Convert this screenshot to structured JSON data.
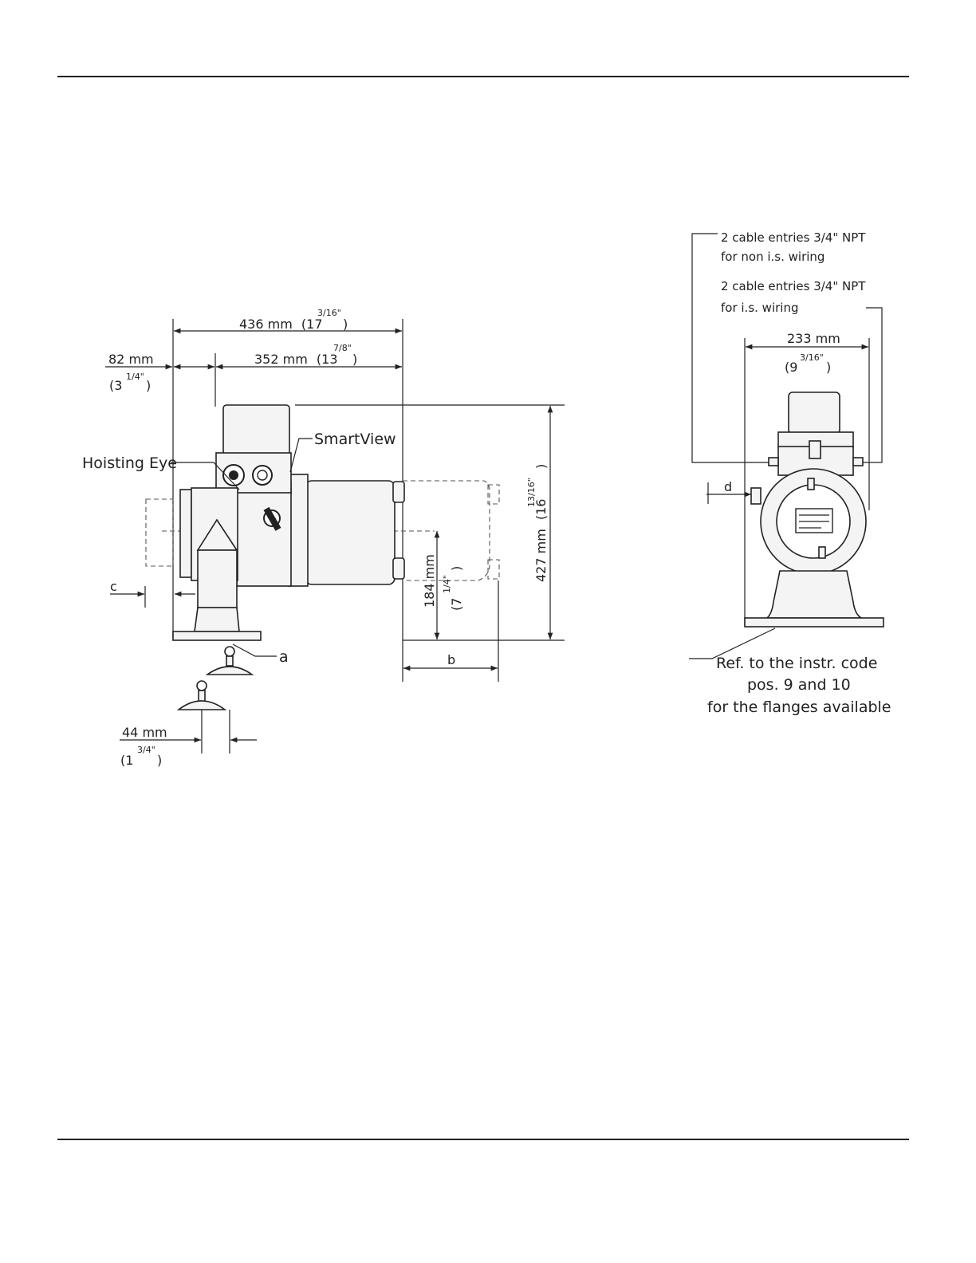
{
  "side_view": {
    "dim_overall": {
      "value": "436 mm",
      "open": "(17",
      "frac": "3/16\"",
      "close": ")"
    },
    "dim_body": {
      "value": "352 mm",
      "open": "(13",
      "frac": "7/8\"",
      "close": ")"
    },
    "dim_flange": {
      "value": "82 mm",
      "open": "(3",
      "frac": "1/4\"",
      "close": ")"
    },
    "dim_height": {
      "value": "427 mm",
      "open": "(16",
      "frac": "13/16\"",
      "close": ")"
    },
    "dim_axis": {
      "value": "184 mm",
      "open": "(7",
      "frac": "1/4\"",
      "close": ")"
    },
    "dim_eye": {
      "value": "44 mm",
      "open": "(1",
      "frac": "3/4\"",
      "close": ")"
    },
    "label_hoisting_eye": "Hoisting Eye",
    "label_smartview": "SmartView",
    "label_a": "a",
    "label_b": "b",
    "label_c": "c"
  },
  "front_view": {
    "cable_nonis_line1": "2 cable entries 3/4\" NPT",
    "cable_nonis_line2": "for non i.s. wiring",
    "cable_is_line1": "2 cable entries 3/4\" NPT",
    "cable_is_line2": "for i.s. wiring",
    "dim_width": {
      "value": "233 mm",
      "open": "(9",
      "frac": "3/16\"",
      "close": ")"
    },
    "label_d": "d",
    "ref_line1": "Ref. to the instr. code",
    "ref_line2": "pos. 9 and 10",
    "ref_line3": "for the flanges available"
  }
}
